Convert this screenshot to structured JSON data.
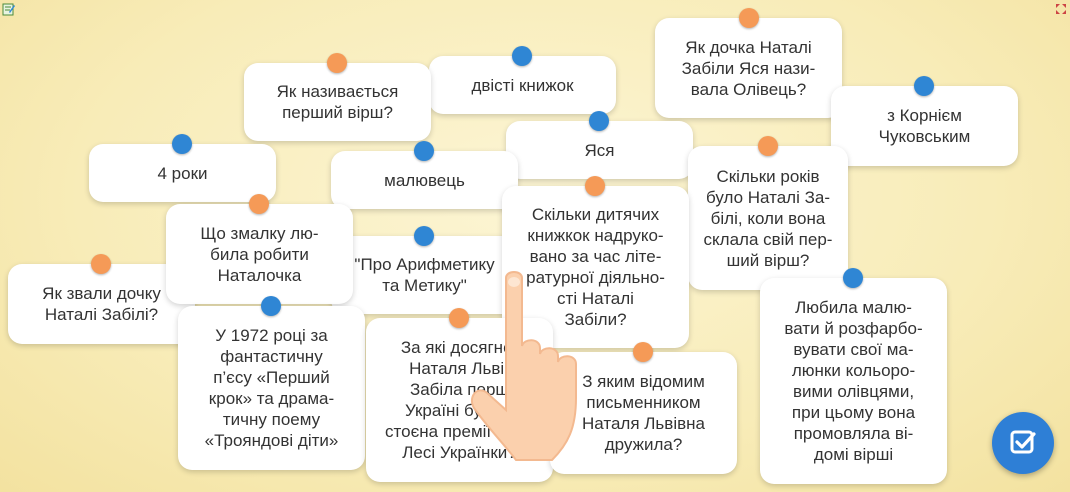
{
  "icons": {
    "top_left": "edit-icon",
    "top_right": "fullscreen-icon",
    "check_button": "check-icon",
    "hint": "hand-pointer-icon"
  },
  "colors": {
    "pin_orange": "#f59a57",
    "pin_blue": "#2f86d4",
    "button_blue": "#2e7fd6"
  },
  "cards": [
    {
      "text": "Як дочка Наталі\nЗабіли Яся нази-\nвала Олівець?",
      "pin": "orange"
    },
    {
      "text": "з Корнієм\nЧуковським",
      "pin": "blue"
    },
    {
      "text": "двісті книжок",
      "pin": "blue"
    },
    {
      "text": "Як називається\nперший вірш?",
      "pin": "orange"
    },
    {
      "text": "Яся",
      "pin": "blue"
    },
    {
      "text": "4 роки",
      "pin": "blue"
    },
    {
      "text": "малювець",
      "pin": "blue"
    },
    {
      "text": "Скільки років\nбуло Наталі За-\nбілі, коли вона\nсклала свій пер-\nший вірш?",
      "pin": "orange"
    },
    {
      "text": "\"Про Арифметику\nта Метику\"",
      "pin": "blue"
    },
    {
      "text": "Як звали дочку\nНаталі Забілі?",
      "pin": "orange"
    },
    {
      "text": "Що змалку лю-\nбила робити\nНаталочка",
      "pin": "orange"
    },
    {
      "text": "Скільки дитячих\nкнижкок надруко-\nвано за час літе-\nратурної діяльно-\nсті Наталі\nЗабіли?",
      "pin": "orange"
    },
    {
      "text": "Любила малю-\nвати й розфарбо-\nвувати свої ма-\nлюнки кольоро-\nвими олівцями,\nпри цьому вона\nпромовляла ві-\nдомі вірші",
      "pin": "blue"
    },
    {
      "text": "У 1972 році за\nфантастичну\nп’єсу «Перший\nкрок» та драма-\nтичну поему\n«Трояндові діти»",
      "pin": "blue"
    },
    {
      "text": "За які досягне-\nНаталя Льві-\nЗабіла перш\nУкраїні була у\nстоєна премії імені\nЛесі Українки?",
      "pin": "orange"
    },
    {
      "text": "З яким відомим\nписьменником\nНаталя Львівна\nдружила?",
      "pin": "orange"
    }
  ]
}
